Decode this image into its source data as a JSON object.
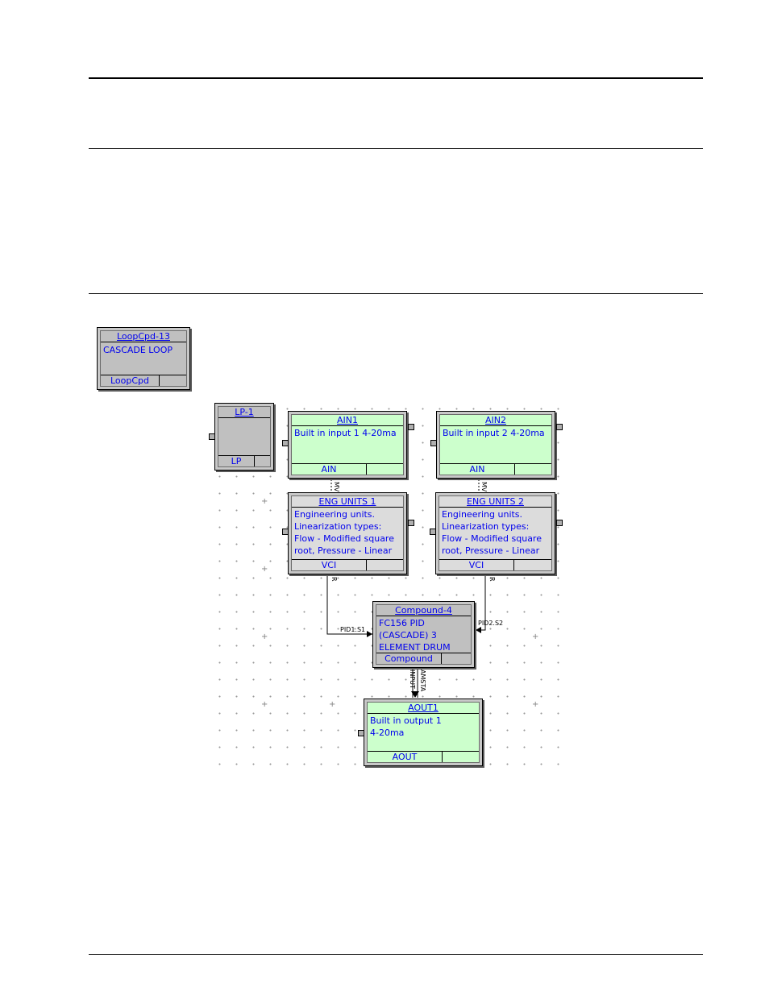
{
  "blocks": {
    "loopcpd": {
      "title": "LoopCpd-13",
      "lines": [
        "CASCADE LOOP"
      ],
      "footer": "LoopCpd"
    },
    "lp1": {
      "title": "LP-1",
      "lines": [],
      "footer": "LP"
    },
    "ain1": {
      "title": "AIN1",
      "lines": [
        "Built in input 1  4-20ma"
      ],
      "footer": "AIN"
    },
    "ain2": {
      "title": "AIN2",
      "lines": [
        "Built in input 2  4-20ma"
      ],
      "footer": "AIN"
    },
    "eng1": {
      "title": "ENG UNITS 1",
      "lines": [
        "Engineering units.",
        "Linearization types:",
        "Flow - Modified square",
        "root, Pressure - Linear"
      ],
      "footer": "VCI"
    },
    "eng2": {
      "title": "ENG UNITS 2",
      "lines": [
        "Engineering units.",
        "Linearization types:",
        "Flow - Modified square",
        "root, Pressure - Linear"
      ],
      "footer": "VCI"
    },
    "compound": {
      "title": "Compound-4",
      "lines": [
        "FC156 PID",
        "(CASCADE) 3",
        "ELEMENT DRUM"
      ],
      "footer": "Compound"
    },
    "aout1": {
      "title": "AOUT1",
      "lines": [
        "Built in output 1",
        "4-20ma"
      ],
      "footer": "AOUT"
    }
  },
  "wires": {
    "ain1_out": "MV",
    "ain2_out": "MV",
    "eng1_out": "R",
    "eng2_out": "R",
    "pid1": "PID1.S1",
    "pid2": "PID2.S2",
    "input": "INPUT",
    "amsta": "AMSTA"
  },
  "colors": {
    "link_text": "#0000ee",
    "io_block": "#ccffcc",
    "func_block": "#dcdcdc"
  }
}
